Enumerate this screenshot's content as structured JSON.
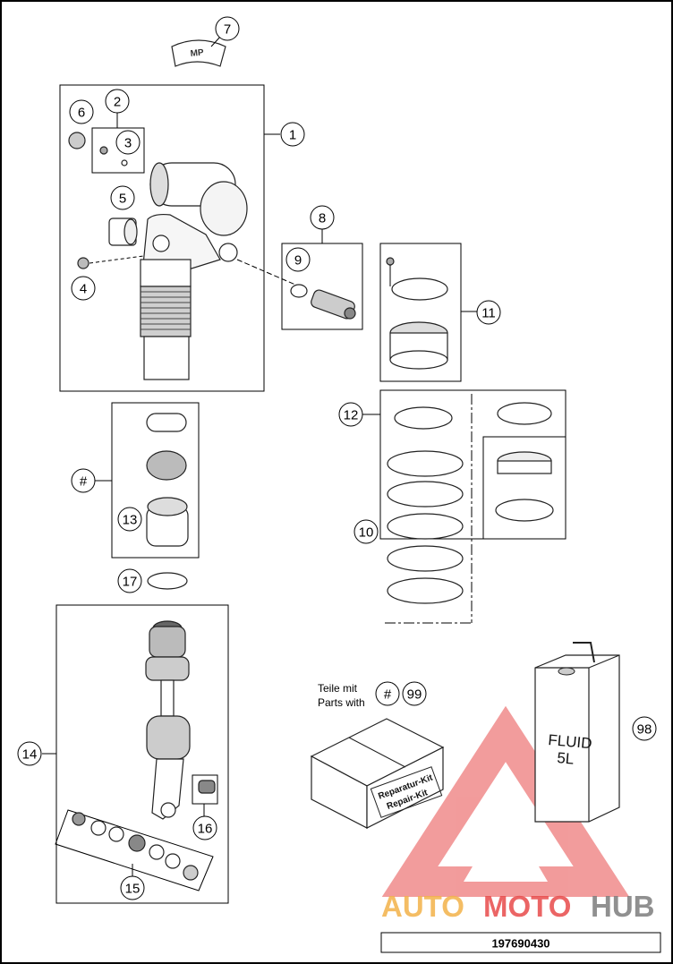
{
  "callouts": [
    "1",
    "2",
    "3",
    "4",
    "5",
    "6",
    "7",
    "8",
    "9",
    "10",
    "11",
    "12",
    "13",
    "14",
    "15",
    "16",
    "17",
    "98",
    "99",
    "#",
    "#"
  ],
  "notes": {
    "parts_with_de": "Teile mit",
    "parts_with_en": "Parts with"
  },
  "fluid_can": {
    "line1": "FLUID",
    "line2": "5L"
  },
  "repair_kit": {
    "line1": "Reparatur-Kit",
    "line2": "Repair-Kit"
  },
  "cap_logo": "MP",
  "watermark": {
    "part1": "AUTO",
    "part2": "MOTO",
    "part3": "HUB"
  },
  "drawing_number": "197690430",
  "colors": {
    "watermark_red": "#e84b4b",
    "watermark_orange": "#f3b24a",
    "watermark_grey": "#7d7d7d",
    "outline": "#000000"
  }
}
